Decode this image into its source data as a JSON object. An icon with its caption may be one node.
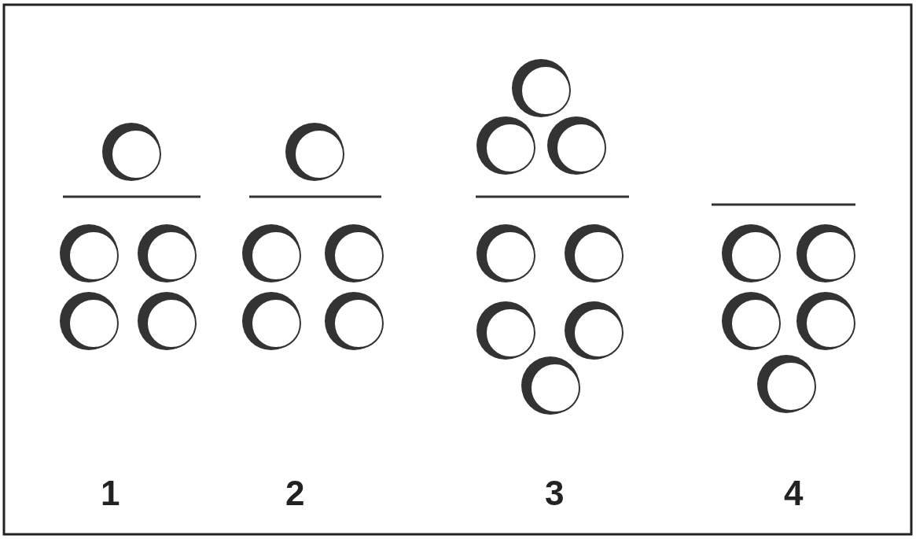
{
  "diagram": {
    "labels": [
      "1",
      "2",
      "3",
      "4"
    ]
  }
}
